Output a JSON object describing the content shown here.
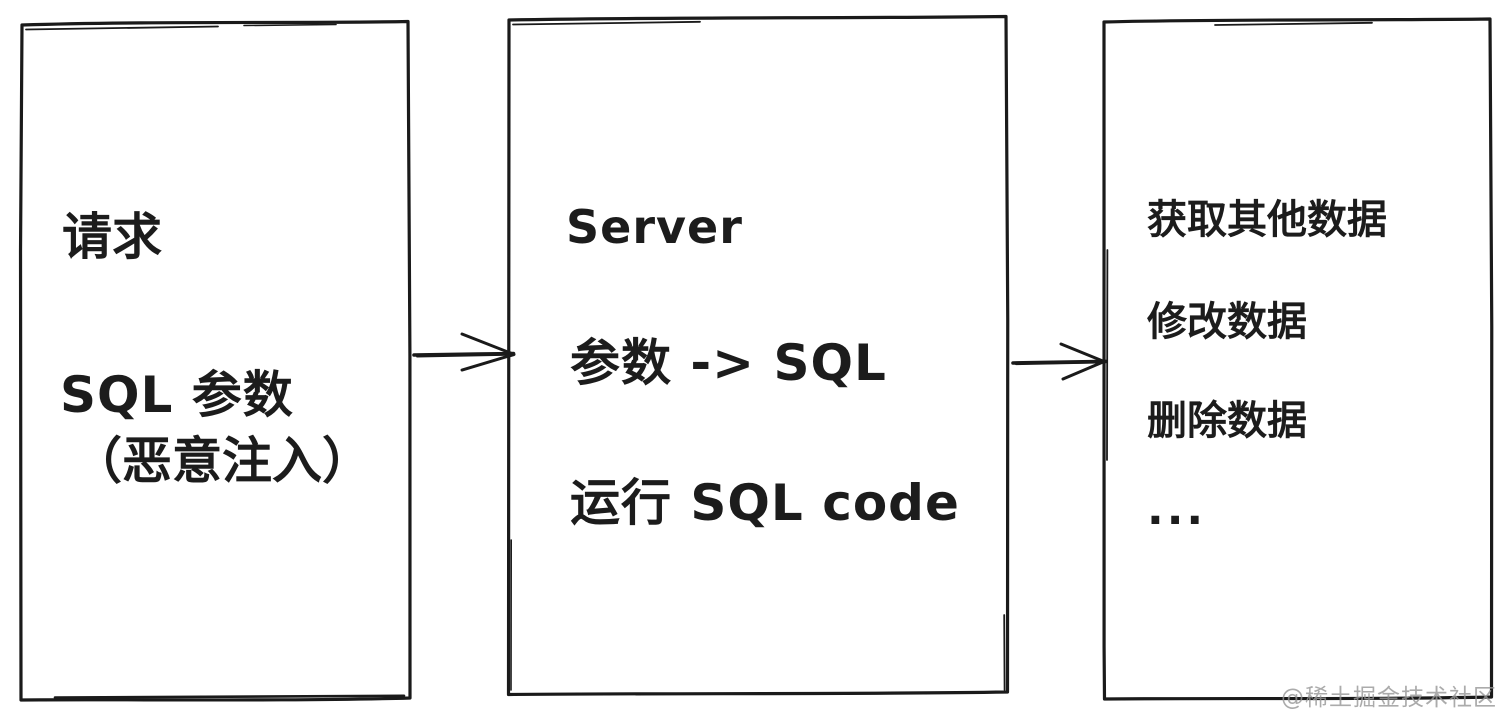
{
  "diagram": {
    "title_semantic": "SQL injection flow diagram",
    "colors": {
      "background": "#ffffff",
      "stroke": "#1a1a1a",
      "text": "#1c1c1c",
      "watermark": "#969696"
    },
    "left_box": {
      "line1": "请求",
      "line2": "SQL 参数",
      "line3": "（恶意注入）"
    },
    "middle_box": {
      "line1": "Server",
      "line2": "参数 -> SQL",
      "line3": "运行 SQL code"
    },
    "right_box": {
      "line1": "获取其他数据",
      "line2": "修改数据",
      "line3": "删除数据",
      "line4": "..."
    },
    "arrows": [
      {
        "name": "request-to-server",
        "direction": "right"
      },
      {
        "name": "server-to-data",
        "direction": "right"
      }
    ],
    "watermark": {
      "text": "@稀土掘金技术社区"
    }
  }
}
